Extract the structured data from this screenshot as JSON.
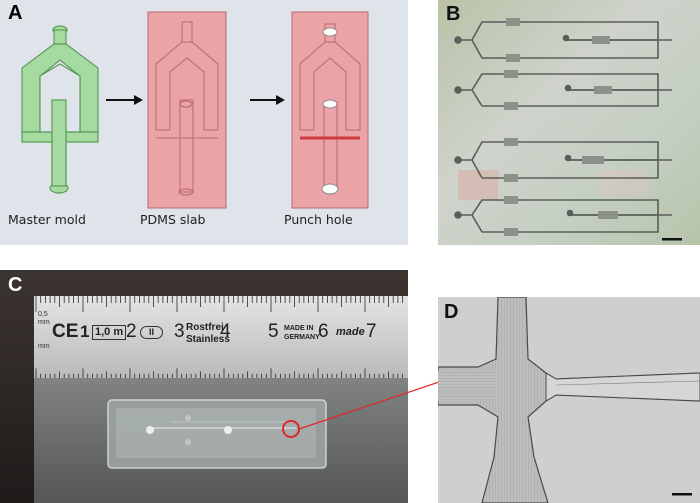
{
  "panels": {
    "a": {
      "label": "A",
      "captions": [
        "Master mold",
        "PDMS slab",
        "Punch hole"
      ]
    },
    "b": {
      "label": "B"
    },
    "c": {
      "label": "C",
      "ruler": {
        "numbers": [
          "1",
          "2",
          "3",
          "4",
          "5",
          "6",
          "7"
        ],
        "brand_ce": "CE",
        "class_mark": "1",
        "length_mark": "1,0 m",
        "roman_mark": "II",
        "rostfrei": "Rostfrei",
        "stainless": "Stainless",
        "made_in": "MADE IN",
        "germany": "GERMANY",
        "made_logo": "made",
        "unit_top": "0,5",
        "unit_mm1": "mm",
        "unit_mm2": "mm"
      }
    },
    "d": {
      "label": "D"
    }
  },
  "colors": {
    "panel_a_bg": "#dfe4ea",
    "mold_green": "#a5dba1",
    "mold_green_dark": "#5d9b5a",
    "pdms_pink": "#eaa3a7",
    "pdms_pink_dark": "#b9686d",
    "annotation_red": "#e0262b",
    "panel_b_bg": "#c8cec0",
    "panel_c_bg": "#2a2624",
    "ruler_silver": "#cfd1d2",
    "panel_d_bg": "#cdcdcd"
  }
}
